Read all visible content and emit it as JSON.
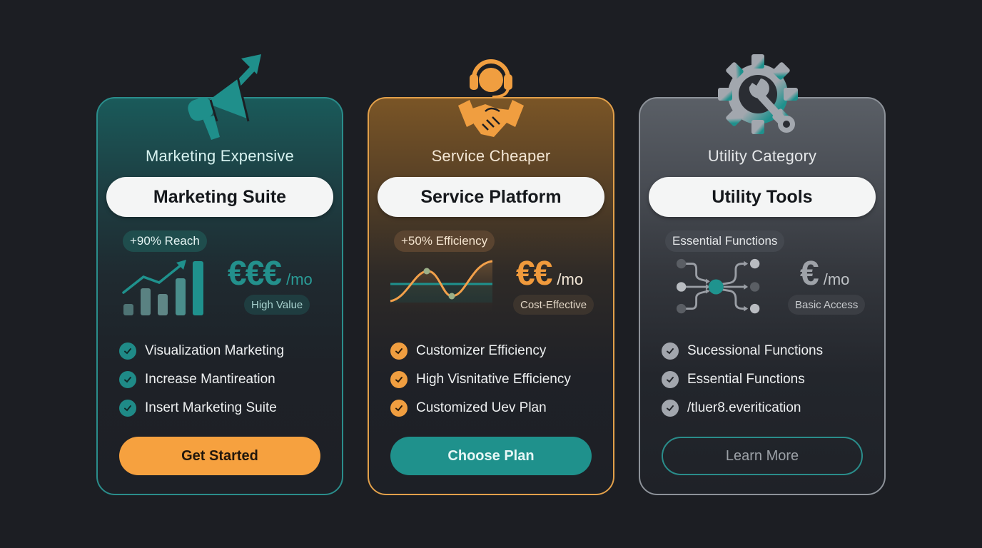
{
  "colors": {
    "background": "#1c1e23",
    "teal": "#2a8d8b",
    "orange": "#f09e40",
    "grey": "#8d9299",
    "pill_bg": "#f4f5f5"
  },
  "cards": [
    {
      "theme": "teal",
      "icon": "megaphone-arrow-icon",
      "category": "Marketing Expensive",
      "plan_name": "Marketing Suite",
      "stat_badge": "+90% Reach",
      "chart_icon": "bar-growth-chart-icon",
      "price_symbols": "€€€",
      "price_unit": "/mo",
      "tier_badge": "High Value",
      "features": [
        "Visualization Marketing",
        "Increase Mantireation",
        "Insert Marketing Suite"
      ],
      "cta_label": "Get Started"
    },
    {
      "theme": "orange",
      "icon": "support-handshake-icon",
      "category": "Service Cheaper",
      "plan_name": "Service Platform",
      "stat_badge": "+50% Efficiency",
      "chart_icon": "wave-line-chart-icon",
      "price_symbols": "€€",
      "price_unit": "/mo",
      "tier_badge": "Cost-Effective",
      "features": [
        "Customizer Efficiency",
        "High Visnitative Efficiency",
        "Customized Uev Plan"
      ],
      "cta_label": "Choose Plan"
    },
    {
      "theme": "grey",
      "icon": "gear-wrench-icon",
      "category": "Utility Category",
      "plan_name": "Utility Tools",
      "stat_badge": "Essential Functions",
      "chart_icon": "network-flow-icon",
      "price_symbols": "€",
      "price_unit": "/mo",
      "tier_badge": "Basic Access",
      "features": [
        "Sucessional Functions",
        "Essential Functions",
        "/tluer8.everitication"
      ],
      "cta_label": "Learn More"
    }
  ]
}
